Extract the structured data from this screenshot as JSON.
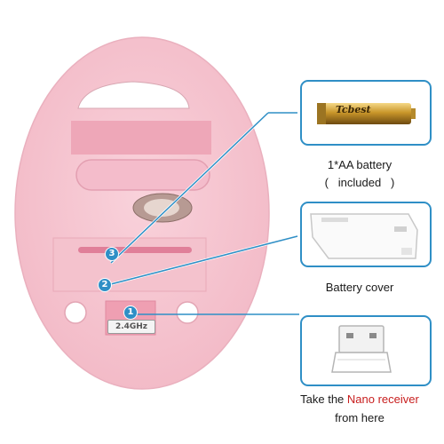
{
  "badges": {
    "one": "1",
    "two": "2",
    "three": "3"
  },
  "receiver_label": "2.4GHz",
  "battery_brand": "Tcbest",
  "captions": {
    "battery_line1": "1*AA battery",
    "battery_line2": "(   included   )",
    "cover": "Battery cover",
    "receiver_prefix": "Take the ",
    "receiver_highlight": "Nano receiver",
    "receiver_line2": "from here"
  },
  "colors": {
    "mouse_pink": "#f6c6d1",
    "callout_blue": "#2f8fc6",
    "highlight_red": "#c81e1e",
    "battery_gold": "#c9962a"
  },
  "icons": [
    "aa-battery-icon",
    "battery-cover-icon",
    "usb-nano-receiver-icon"
  ]
}
